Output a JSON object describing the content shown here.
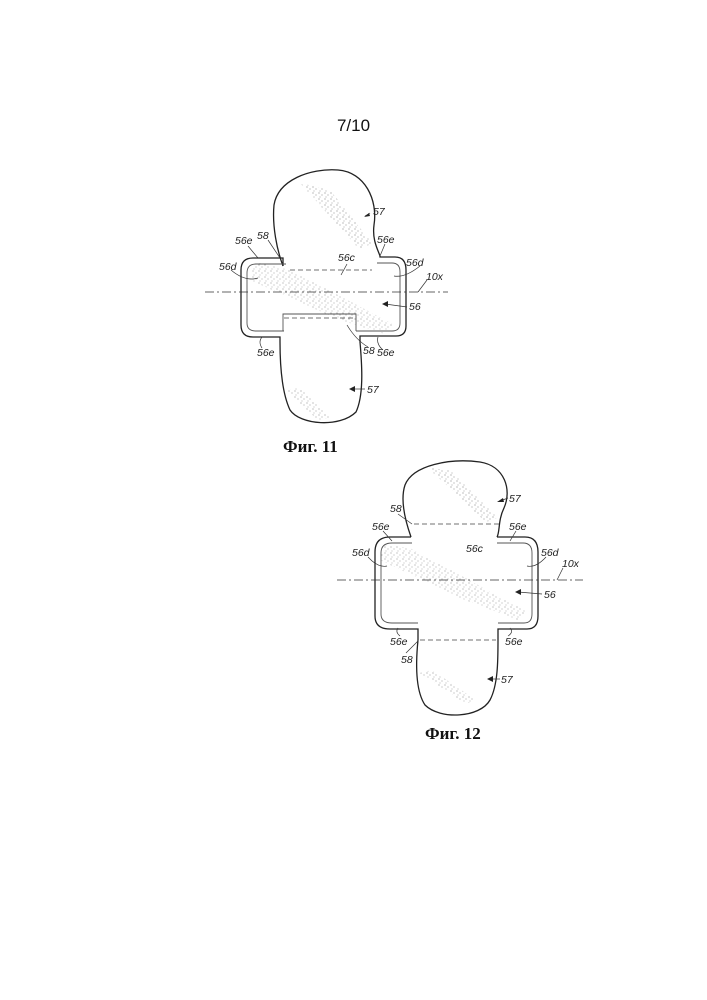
{
  "page": {
    "number": "7/10"
  },
  "figure11": {
    "caption": "Фиг. 11",
    "labels": {
      "l57_top": "57",
      "l58_top": "58",
      "l56e_top_left": "56e",
      "l56e_top_right": "56e",
      "l56d_left": "56d",
      "l56d_right": "56d",
      "l56c": "56c",
      "l10x": "10x",
      "l56": "56",
      "l56e_bottom_left": "56e",
      "l58_bottom": "58",
      "l56e_bottom_right": "56e",
      "l57_bottom": "57"
    }
  },
  "figure12": {
    "caption": "Фиг. 12",
    "labels": {
      "l57_top": "57",
      "l58_top": "58",
      "l56e_top_left": "56e",
      "l56e_top_right": "56e",
      "l56d_left": "56d",
      "l56d_right": "56d",
      "l56c": "56c",
      "l10x": "10x",
      "l56": "56",
      "l56e_bottom_left": "56e",
      "l56e_bottom_right": "56e",
      "l58_bottom": "58",
      "l57_bottom": "57"
    }
  }
}
